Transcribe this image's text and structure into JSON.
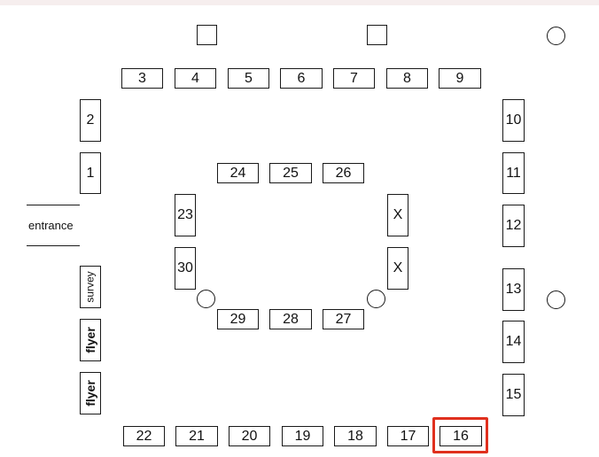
{
  "booths": {
    "b1": "1",
    "b2": "2",
    "b3": "3",
    "b4": "4",
    "b5": "5",
    "b6": "6",
    "b7": "7",
    "b8": "8",
    "b9": "9",
    "b10": "10",
    "b11": "11",
    "b12": "12",
    "b13": "13",
    "b14": "14",
    "b15": "15",
    "b16": "16",
    "b17": "17",
    "b18": "18",
    "b19": "19",
    "b20": "20",
    "b21": "21",
    "b22": "22",
    "b23": "23",
    "b24": "24",
    "b25": "25",
    "b26": "26",
    "b27": "27",
    "b28": "28",
    "b29": "29",
    "b30": "30",
    "x1": "X",
    "x2": "X"
  },
  "labels": {
    "entrance": "entrance",
    "survey": "survey",
    "flyer_1": "flyer",
    "flyer_2": "flyer"
  },
  "highlight": {
    "booth": "16",
    "color": "#e0301e"
  }
}
